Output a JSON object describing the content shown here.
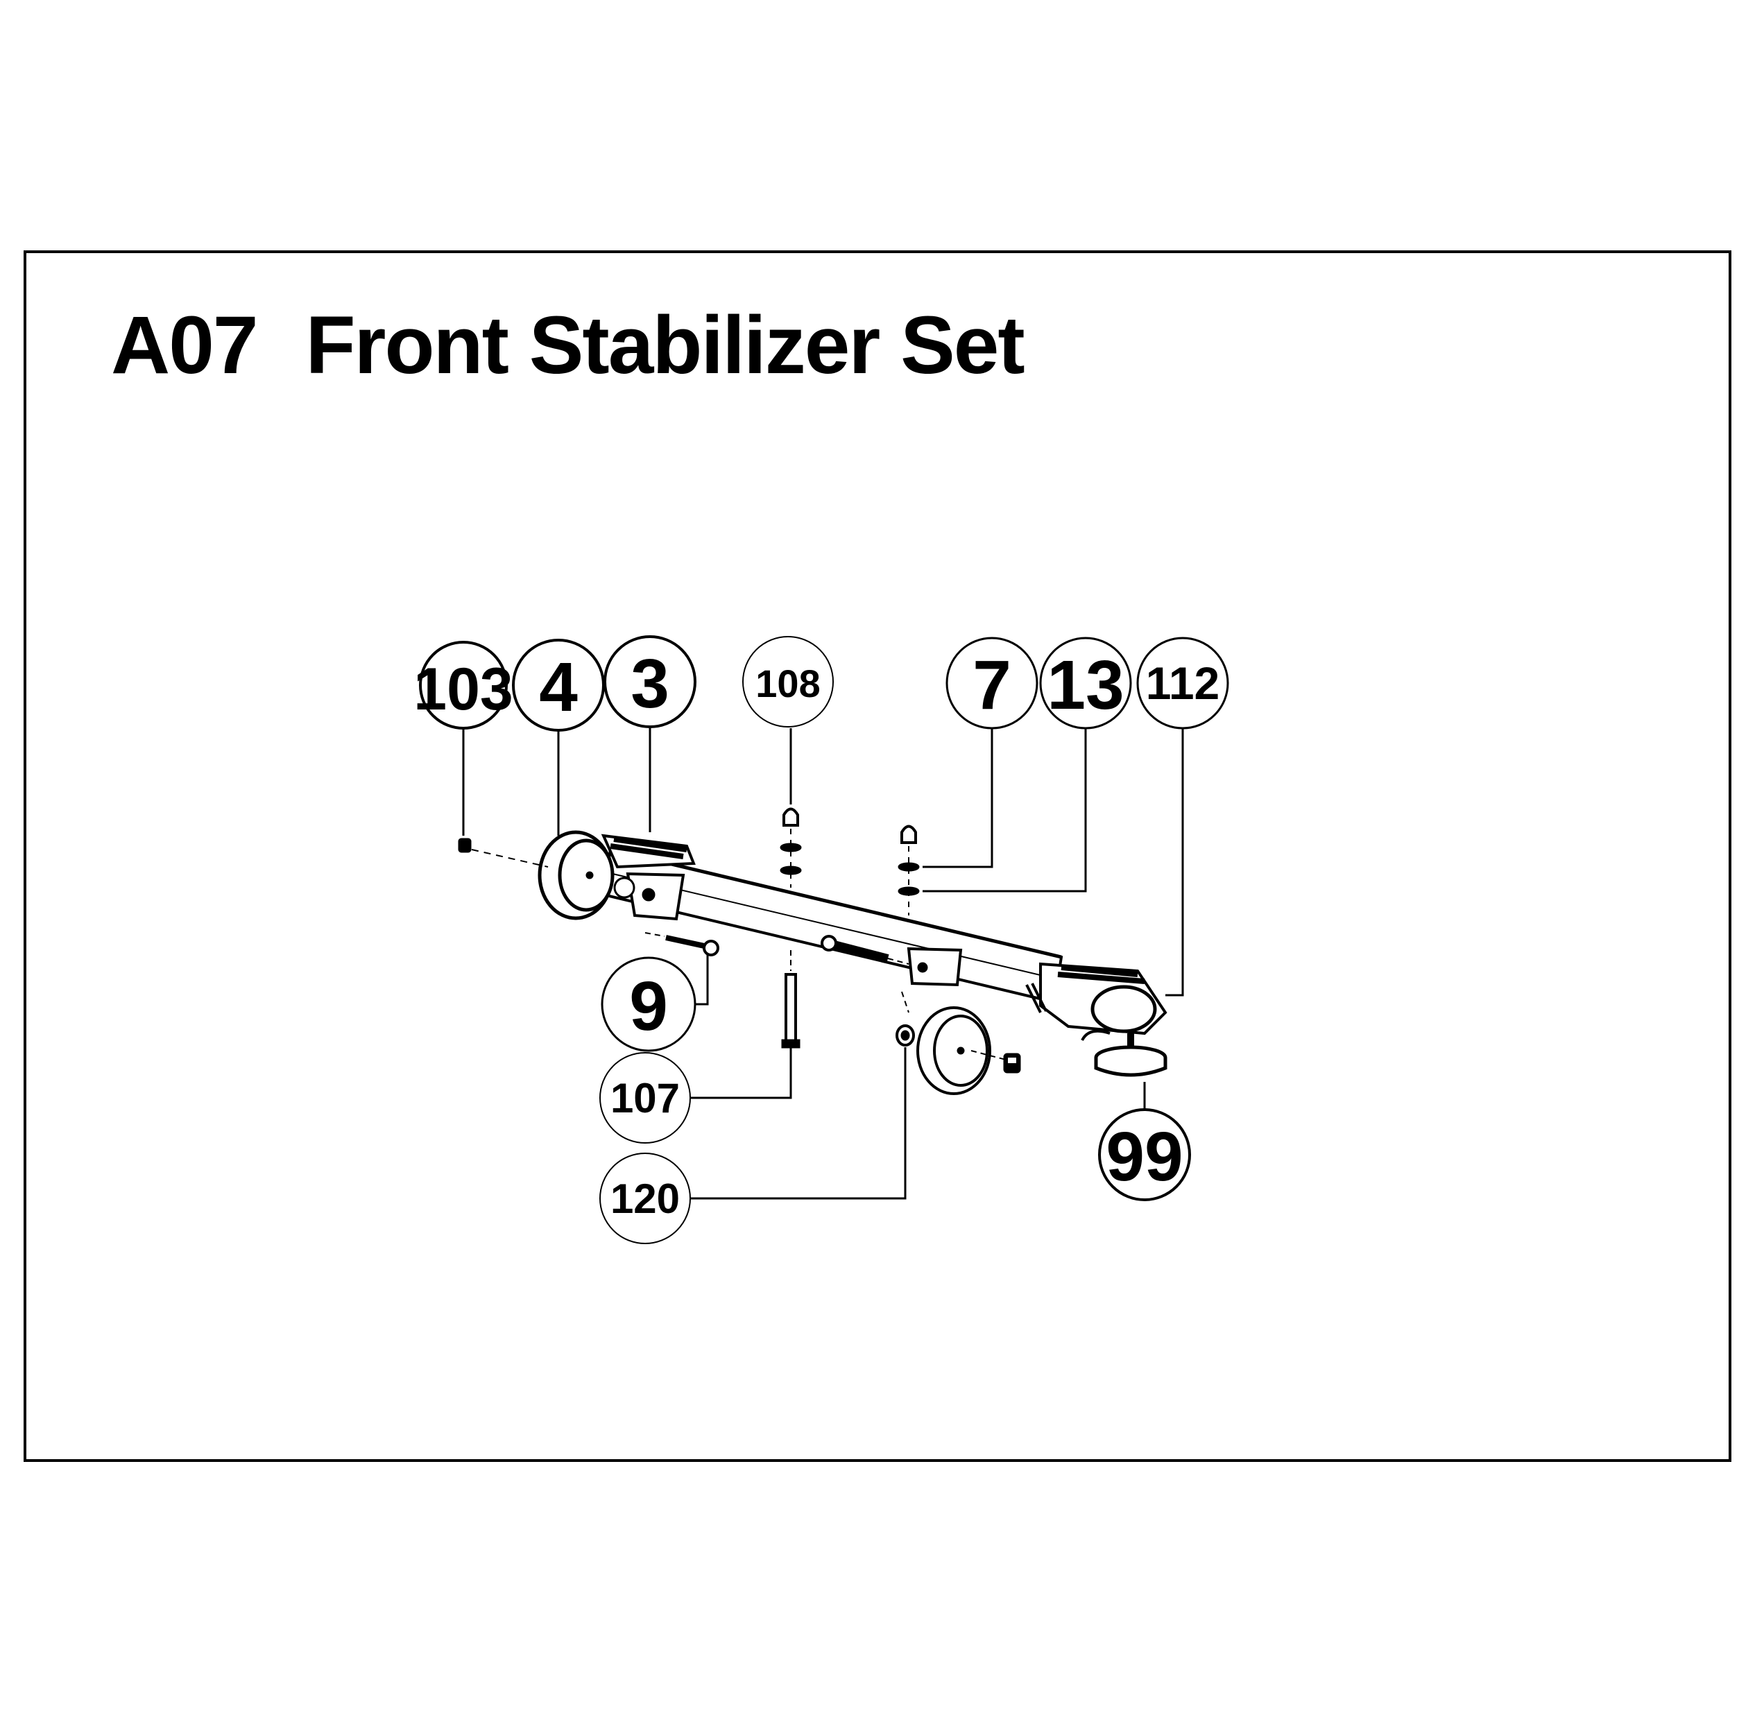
{
  "title": {
    "code": "A07",
    "name": "Front Stabilizer Set"
  },
  "callouts": {
    "p103": "103",
    "p4": "4",
    "p3": "3",
    "p108": "108",
    "p7": "7",
    "p13": "13",
    "p112": "112",
    "p9": "9",
    "p107": "107",
    "p120": "120",
    "p99": "99"
  },
  "colors": {
    "line": "#000000",
    "background": "#ffffff"
  }
}
